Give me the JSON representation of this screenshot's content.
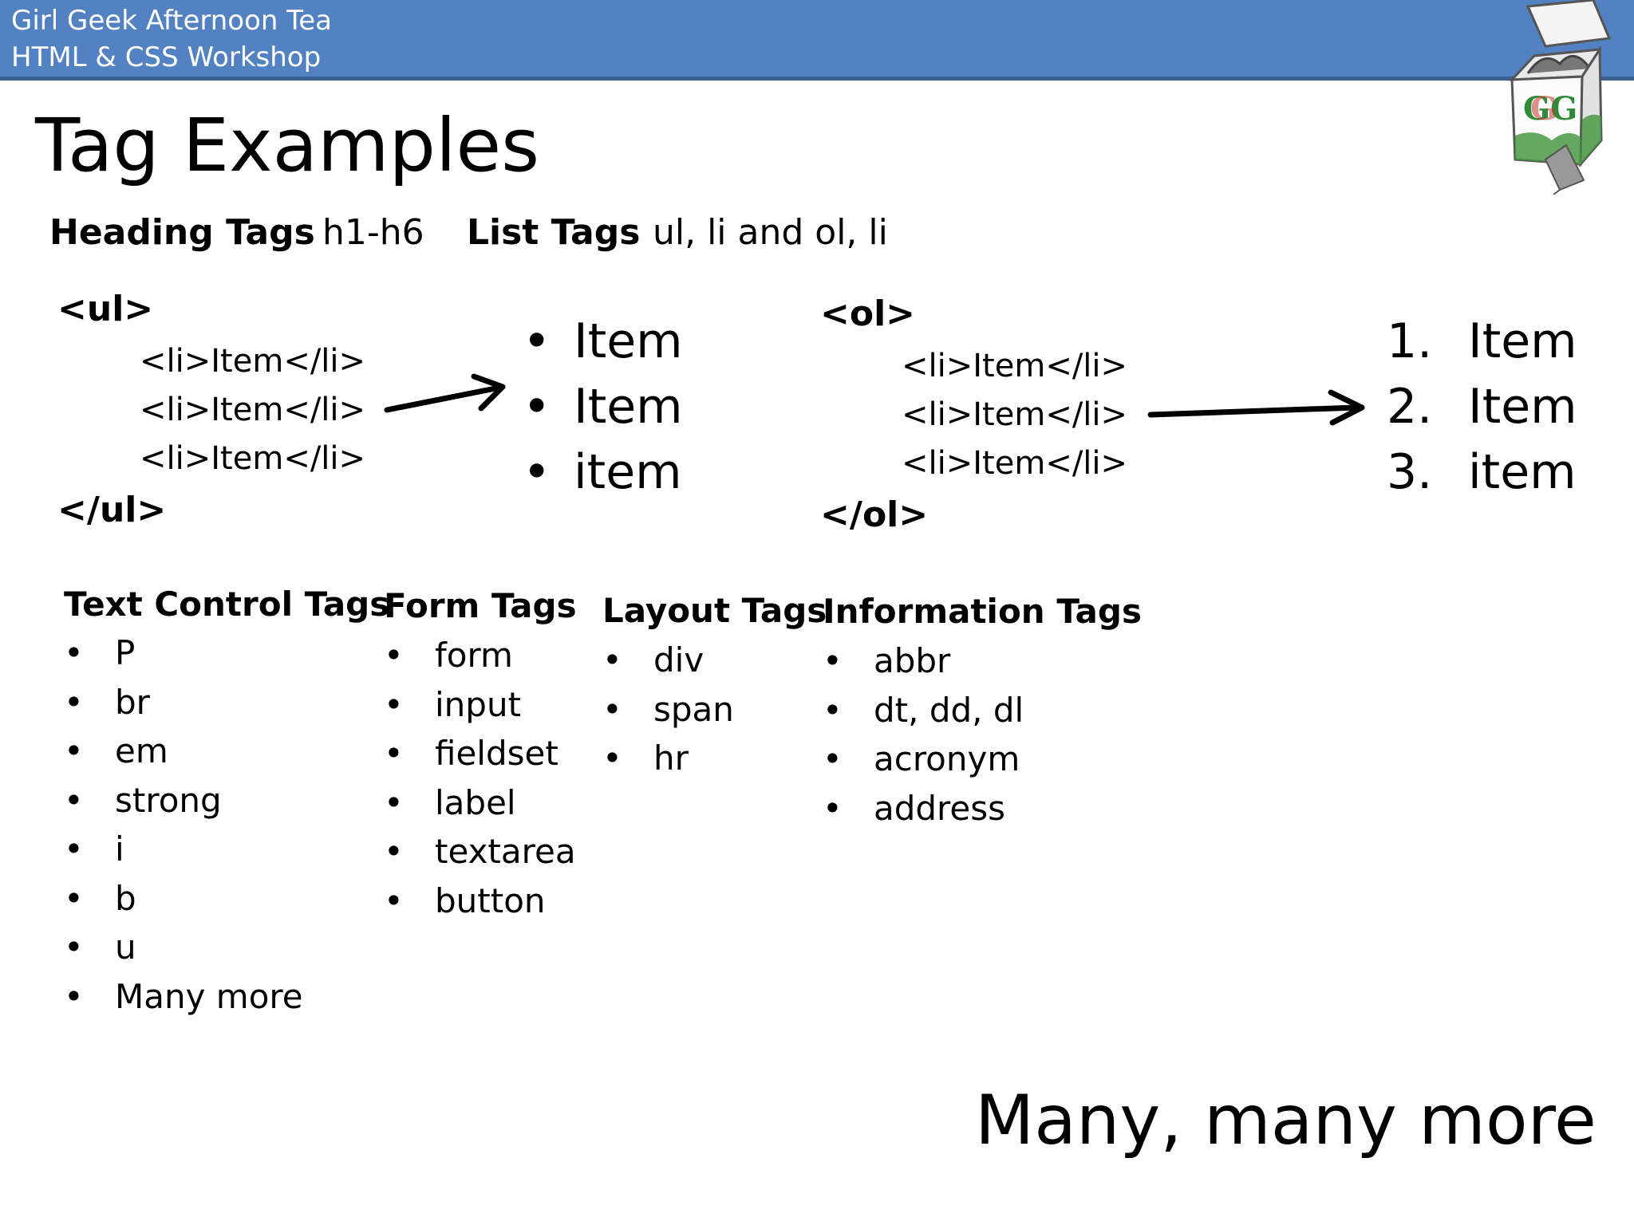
{
  "header": {
    "line1": "Girl Geek Afternoon Tea",
    "line2": "HTML & CSS Workshop",
    "logo_text": "GG"
  },
  "title": "Tag Examples",
  "intro": {
    "heading_label": "Heading Tags",
    "heading_value": "h1-h6",
    "list_label": "List Tags",
    "list_value": "ul, li and ol, li"
  },
  "ul_example": {
    "open": "<ul>",
    "items": [
      "<li>Item</li>",
      "<li>Item</li>",
      "<li>Item</li>"
    ],
    "close": "</ul>",
    "rendered_marker": "•",
    "rendered": [
      "Item",
      "Item",
      "item"
    ]
  },
  "ol_example": {
    "open": "<ol>",
    "items": [
      "<li>Item</li>",
      "<li>Item</li>",
      "<li>Item</li>"
    ],
    "close": "</ol>",
    "rendered_markers": [
      "1.",
      "2.",
      "3."
    ],
    "rendered": [
      "Item",
      "Item",
      "item"
    ]
  },
  "bullet": "•",
  "columns": [
    {
      "title": "Text Control Tags",
      "items": [
        "P",
        "br",
        "em",
        "strong",
        "i",
        "b",
        "u",
        "Many more"
      ]
    },
    {
      "title": "Form Tags",
      "items": [
        "form",
        "input",
        "fieldset",
        "label",
        "textarea",
        "button"
      ]
    },
    {
      "title": "Layout Tags",
      "items": [
        "div",
        "span",
        "hr"
      ]
    },
    {
      "title": "Information Tags",
      "items": [
        "abbr",
        "dt, dd, dl",
        "acronym",
        "address"
      ]
    }
  ],
  "closing": "Many, many more",
  "colors": {
    "banner": "#5282c1",
    "banner_border": "#3a5f92",
    "text": "#000000",
    "logo_accent": "#2e8b3a"
  }
}
